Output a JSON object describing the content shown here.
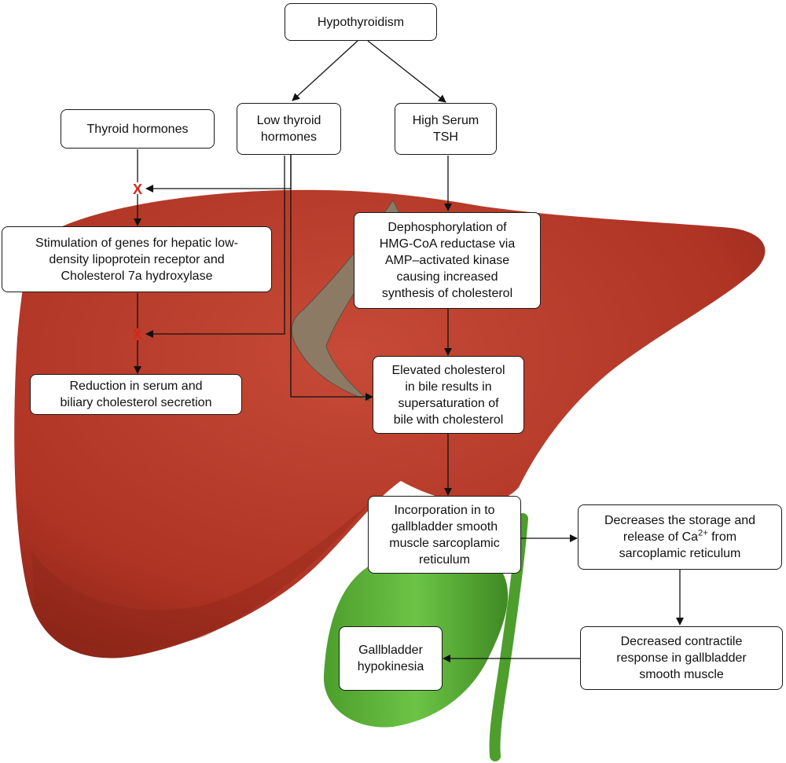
{
  "colors": {
    "liver": "#b03424",
    "liver_highlight": "#c9503d",
    "liver_shadow": "#8a2418",
    "ligament": "#8c7a64",
    "gallbladder": "#5db33a",
    "gallbladder_dark": "#3f8a23",
    "arrow": "#111111",
    "block_mark": "#d9251c",
    "box_border": "#1a1a1a"
  },
  "nodes": {
    "hypothyroidism": "Hypothyroidism",
    "thyroid_hormones": "Thyroid hormones",
    "low_thyroid": "Low thyroid\nhormones",
    "high_tsh": "High Serum\nTSH",
    "stimulation": "Stimulation of genes for hepatic low-\ndensity lipoprotein receptor and\nCholesterol 7a hydroxylase",
    "dephosphorylation": "Dephosphorylation of\nHMG-CoA reductase via\nAMP–activated kinase\ncausing increased\nsynthesis of cholesterol",
    "reduction": "Reduction in serum and\nbiliary cholesterol secretion",
    "elevated": "Elevated cholesterol\nin bile results in\nsupersaturation of\nbile with cholesterol",
    "incorporation": "Incorporation in to\ngallbladder smooth\nmuscle sarcoplamic\nreticulum",
    "decreases_line1": "Decreases the storage and",
    "decreases_line2_pre": "release of Ca",
    "decreases_sup": "2+",
    "decreases_line2_post": " from",
    "decreases_line3": "sarcoplamic reticulum",
    "decreased_contractile": "Decreased contractile\nresponse in gallbladder\nsmooth muscle",
    "hypokinesia": "Gallbladder\nhypokinesia"
  },
  "block_marks": {
    "symbol": "X"
  }
}
